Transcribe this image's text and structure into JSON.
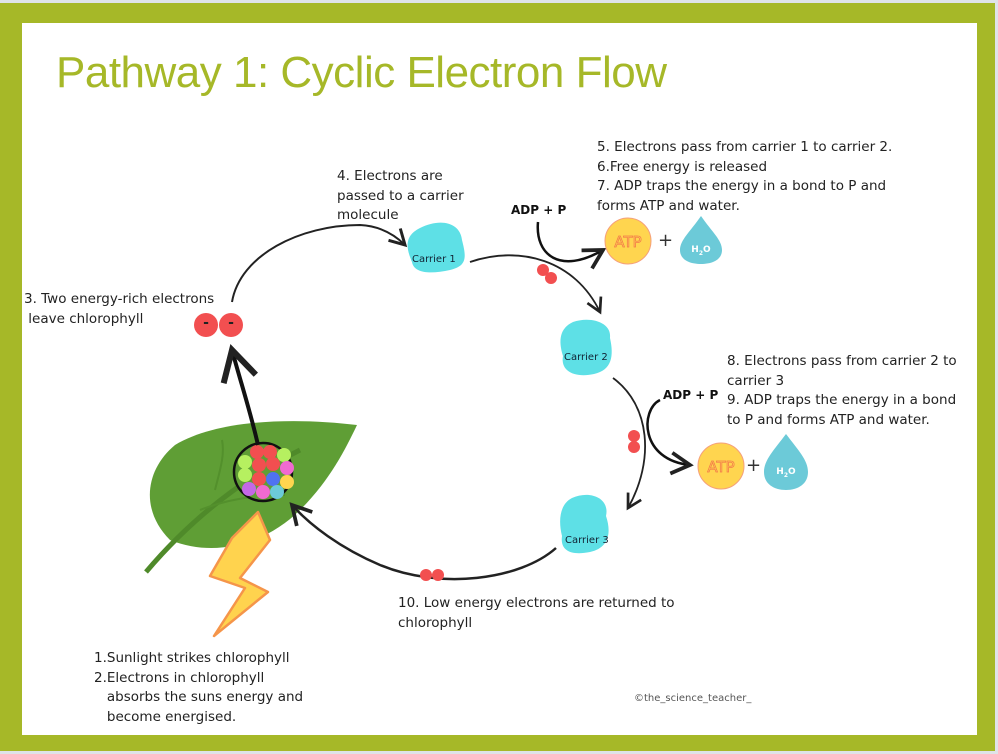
{
  "title": "Pathway 1: Cyclic Electron Flow",
  "colors": {
    "frame": "#a6b828",
    "title": "#a6b828",
    "carrier": "#5ee0e6",
    "electron": "#f24f50",
    "atp_fill": "#ffd54f",
    "atp_text": "#f47c4a",
    "water": "#6ccad8",
    "leaf": "#5f9e35",
    "lightning": "#ffd34e"
  },
  "steps": {
    "step1_2": "1.Sunlight strikes chlorophyll\n2.Electrons in chlorophyll\n   absorbs the suns energy and\n   become energised.",
    "step3": "3. Two energy-rich electrons\n leave chlorophyll",
    "step4": "4. Electrons are\npassed to a carrier\nmolecule",
    "step5_7": "5. Electrons pass from carrier 1 to carrier 2.\n6.Free energy is released\n7. ADP traps the energy in a bond to P and\nforms ATP and water.",
    "step8_9": "8. Electrons pass from carrier 2 to\ncarrier 3\n9. ADP traps the energy in a bond\nto P and forms ATP and water.",
    "step10": "10. Low energy electrons are returned to\nchlorophyll"
  },
  "carriers": [
    {
      "label": "Carrier 1"
    },
    {
      "label": "Carrier 2"
    },
    {
      "label": "Carrier 3"
    }
  ],
  "reactions": [
    {
      "input": "ADP + P",
      "product": "ATP",
      "plus": "+",
      "byproduct_main": "H",
      "byproduct_sub": "2",
      "byproduct_end": "O"
    },
    {
      "input": "ADP + P",
      "product": "ATP",
      "plus": "+",
      "byproduct_main": "H",
      "byproduct_sub": "2",
      "byproduct_end": "O"
    }
  ],
  "electron_symbol": "-",
  "copyright": "©the_science_teacher_"
}
